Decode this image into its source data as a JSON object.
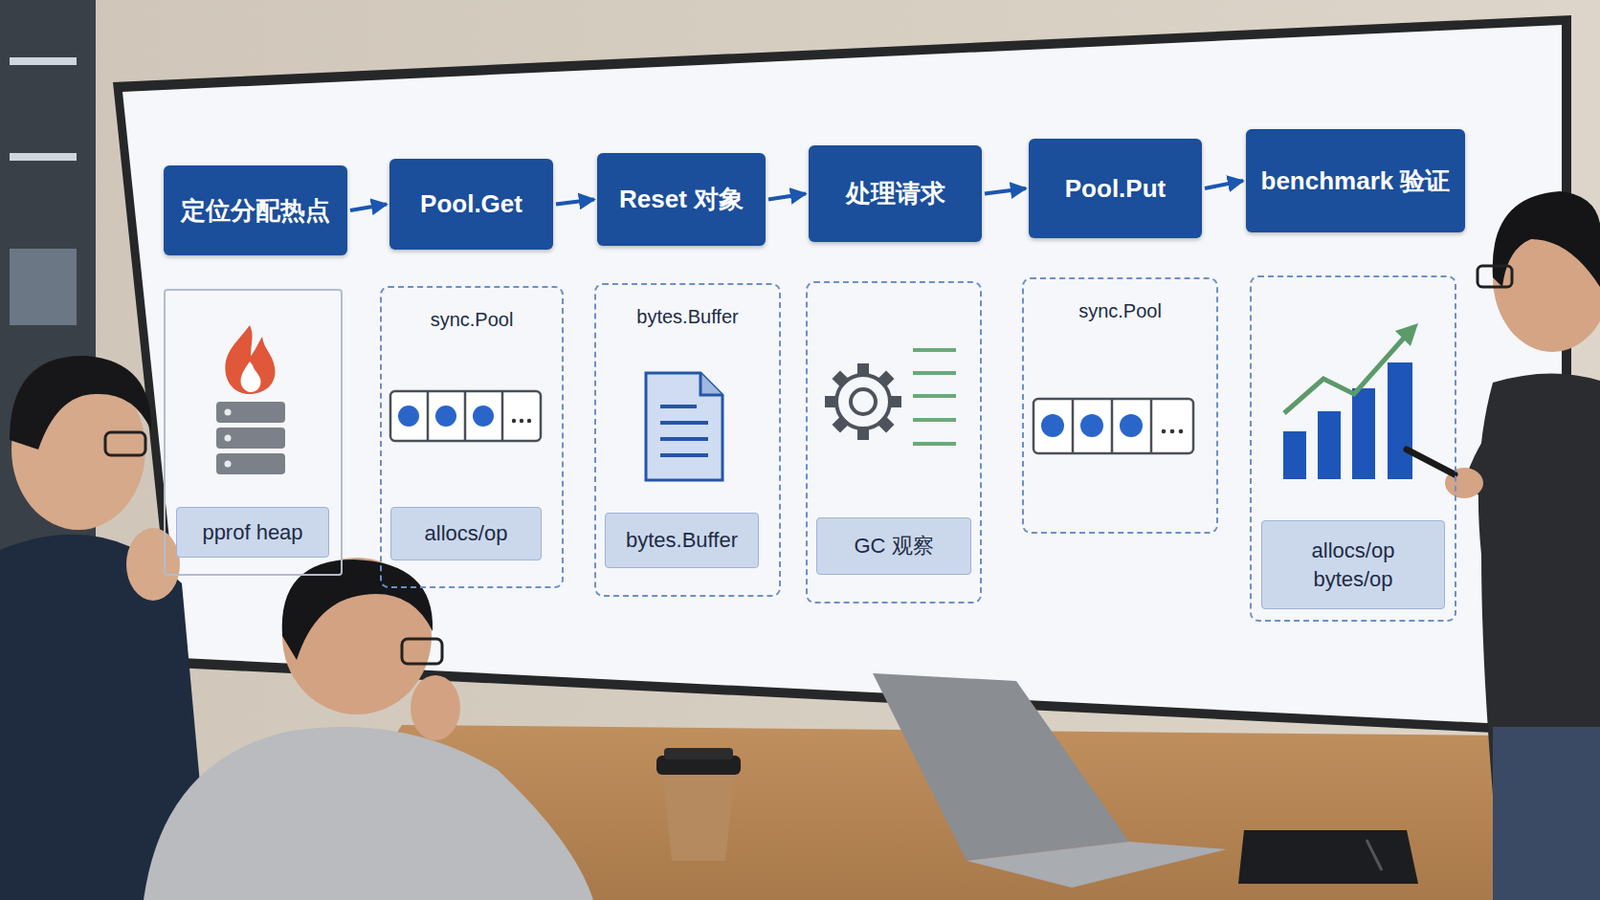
{
  "diagram": {
    "nodes": [
      {
        "text": [
          "定位分配热点"
        ]
      },
      {
        "text": [
          "Pool.Get"
        ]
      },
      {
        "text": [
          "Reset 对象"
        ]
      },
      {
        "text": [
          "处理请求"
        ]
      },
      {
        "text": [
          "Pool.Put"
        ]
      },
      {
        "text": [
          "benchmark 验证"
        ]
      },
      {
        "text": []
      },
      {
        "text": [
          "pprof heap"
        ],
        "in": 6
      },
      {
        "text": [
          "sync.Pool"
        ]
      },
      {
        "text": [
          "allocs/op"
        ],
        "in": 8
      },
      {
        "text": [
          "bytes.Buffer"
        ]
      },
      {
        "text": [
          "bytes.Buffer"
        ],
        "in": 10
      },
      {
        "text": []
      },
      {
        "text": [
          "GC 观察"
        ],
        "in": 12
      },
      {
        "text": [
          "sync.Pool"
        ]
      },
      {
        "text": []
      },
      {
        "text": [
          "allocs/op bytes/op"
        ],
        "in": 15
      }
    ],
    "edges": [
      {
        "from": 0,
        "to": 1,
        "arrow": "to"
      },
      {
        "from": 1,
        "to": 2,
        "arrow": "to"
      },
      {
        "from": 2,
        "to": 3,
        "arrow": "to"
      },
      {
        "from": 3,
        "to": 4,
        "arrow": "to"
      },
      {
        "from": 4,
        "to": 5,
        "arrow": "to"
      }
    ]
  }
}
